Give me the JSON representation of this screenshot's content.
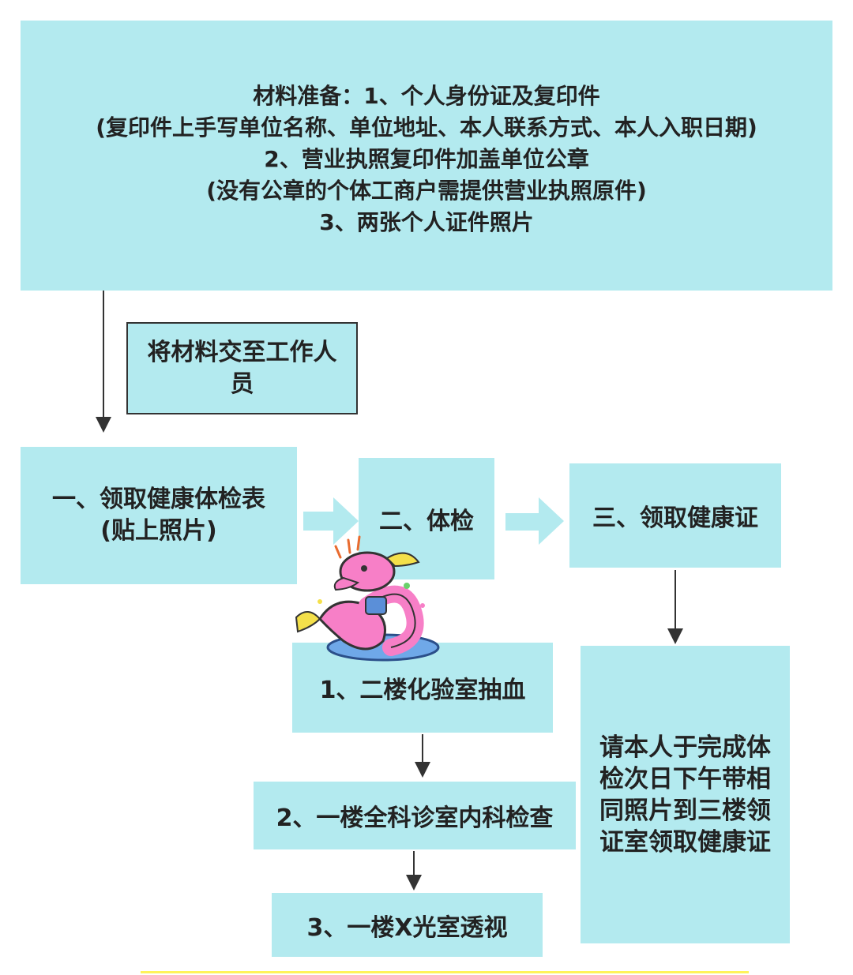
{
  "materials": {
    "lines": [
      "材料准备：1、个人身份证及复印件",
      "(复印件上手写单位名称、单位地址、本人联系方式、本人入职日期)",
      "2、营业执照复印件加盖单位公章",
      "(没有公章的个体工商户需提供营业执照原件)",
      "3、两张个人证件照片"
    ]
  },
  "submit": {
    "lines": [
      "将材料交至工作人",
      "员"
    ]
  },
  "steps": {
    "step1": [
      "一、领取健康体检表",
      "(贴上照片)"
    ],
    "step2": "二、体检",
    "step3": "三、领取健康证"
  },
  "exam": {
    "items": [
      "1、二楼化验室抽血",
      "2、一楼全科诊室内科检查",
      "3、一楼X光室透视"
    ]
  },
  "notice": {
    "lines": [
      "请本人于完成体",
      "检次日下午带相",
      "同照片到三楼领",
      "证室领取健康证"
    ]
  },
  "colors": {
    "box": "#b3eaef",
    "arrow": "#333333",
    "big_arrow": "#b3eaef",
    "underline": "#fff35a"
  }
}
